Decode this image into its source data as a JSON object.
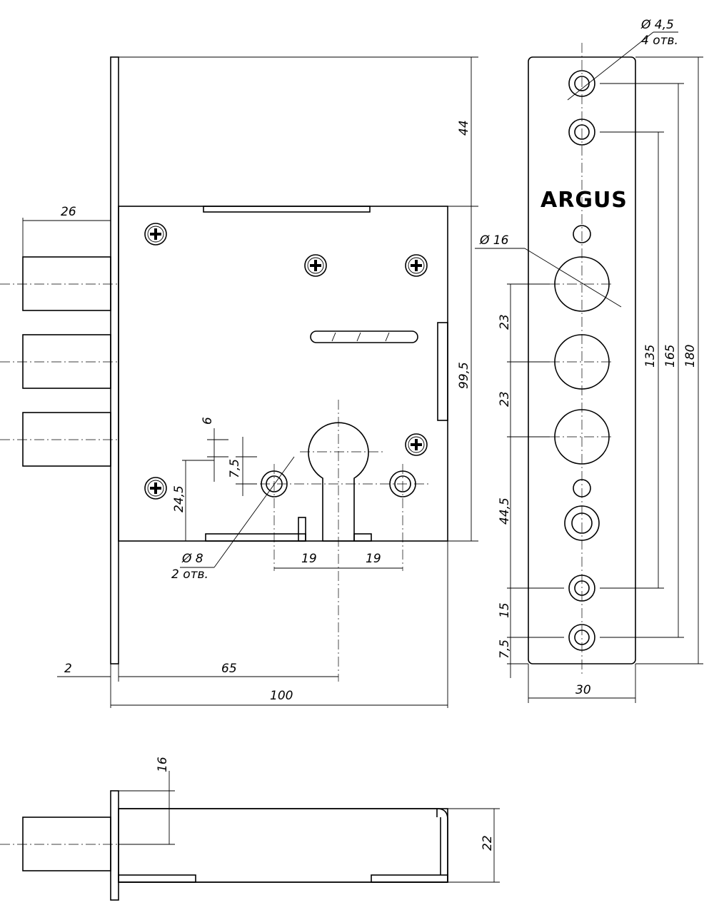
{
  "brand": "ARGUS",
  "dimensions": {
    "d_4_5": "Ø 4,5",
    "holes_4": "4 отв.",
    "d_16": "Ø 16",
    "d_8": "Ø 8",
    "holes_2": "2 отв.",
    "h44": "44",
    "h26": "26",
    "h99_5": "99,5",
    "h6": "6",
    "h7_5a": "7,5",
    "h24_5": "24,5",
    "h19a": "19",
    "h19b": "19",
    "h2": "2",
    "h65": "65",
    "h100": "100",
    "h23a": "23",
    "h23b": "23",
    "h44_5": "44,5",
    "h15": "15",
    "h7_5b": "7,5",
    "h135": "135",
    "h165": "165",
    "h180": "180",
    "h30": "30",
    "h16": "16",
    "h22": "22"
  }
}
